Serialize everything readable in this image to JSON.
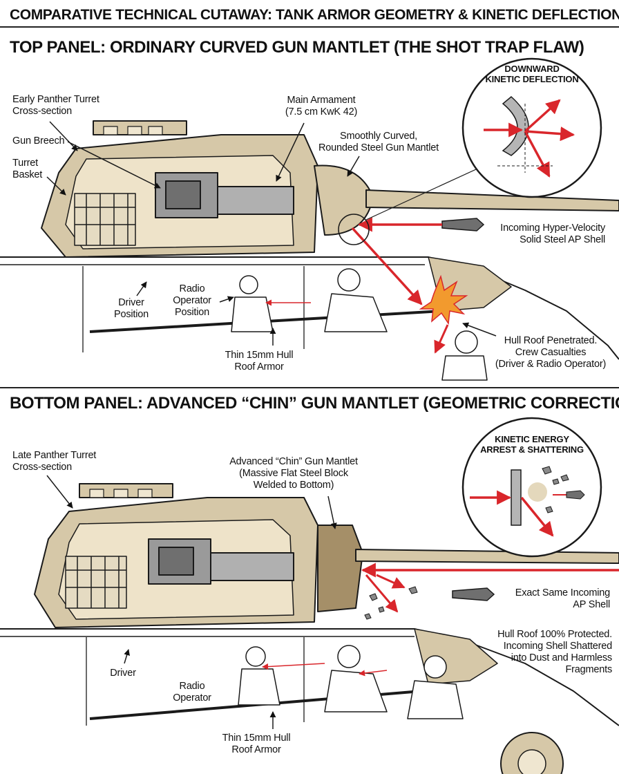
{
  "header": {
    "title": "COMPARATIVE TECHNICAL CUTAWAY: TANK ARMOR GEOMETRY & KINETIC DEFLECTION PHYSICS"
  },
  "top_panel": {
    "heading": "TOP PANEL: ORDINARY CURVED GUN MANTLET (THE SHOT TRAP FLAW)",
    "inset_title_1": "DOWNWARD",
    "inset_title_2": "KINETIC DEFLECTION",
    "labels": {
      "turret_1": "Early Panther Turret",
      "turret_2": "Cross-section",
      "breech": "Gun Breech",
      "basket_1": "Turret",
      "basket_2": "Basket",
      "armament_1": "Main Armament",
      "armament_2": "(7.5 cm KwK 42)",
      "mantlet_1": "Smoothly Curved,",
      "mantlet_2": "Rounded Steel Gun Mantlet",
      "shell_1": "Incoming Hyper-Velocity",
      "shell_2": "Solid Steel AP Shell",
      "driver_1": "Driver",
      "driver_2": "Position",
      "radio_1": "Radio",
      "radio_2": "Operator",
      "radio_3": "Position",
      "roof_1": "Thin 15mm Hull",
      "roof_2": "Roof Armor",
      "penetrated_1": "Hull Roof Penetrated.",
      "penetrated_2": "Crew Casualties",
      "penetrated_3": "(Driver & Radio Operator)"
    }
  },
  "bottom_panel": {
    "heading": "BOTTOM PANEL: ADVANCED “CHIN” GUN MANTLET (GEOMETRIC CORRECTION)",
    "inset_title_1": "KINETIC ENERGY",
    "inset_title_2": "ARREST & SHATTERING",
    "labels": {
      "turret_1": "Late Panther Turret",
      "turret_2": "Cross-section",
      "chin_1": "Advanced “Chin” Gun Mantlet",
      "chin_2": "(Massive Flat Steel Block",
      "chin_3": "Welded to Bottom)",
      "shell_1": "Exact Same Incoming",
      "shell_2": "AP Shell",
      "protected_1": "Hull Roof 100% Protected.",
      "protected_2": "Incoming Shell Shattered",
      "protected_3": "into Dust and Harmless",
      "protected_4": "Fragments",
      "driver": "Driver",
      "radio_1": "Radio",
      "radio_2": "Operator",
      "roof_1": "Thin 15mm Hull",
      "roof_2": "Roof Armor"
    }
  },
  "colors": {
    "armor_tan": "#d6c8a8",
    "gun_grey": "#9a9a9a",
    "impact_red": "#d9262b",
    "line_ink": "#1a1a1a"
  }
}
